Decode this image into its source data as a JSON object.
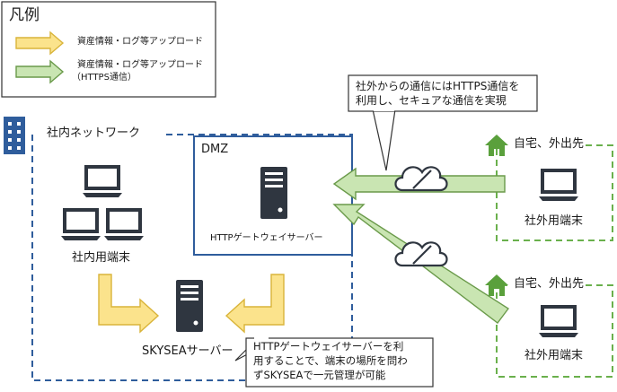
{
  "legend": {
    "title": "凡例",
    "items": [
      {
        "label": "資産情報・ログ等アップロード",
        "color": "#fbe38c"
      },
      {
        "label_line1": "資産情報・ログ等アップロード",
        "label_line2": "（HTTPS通信）",
        "color": "#c9e5b2"
      }
    ]
  },
  "zones": {
    "internal": {
      "label": "社内ネットワーク",
      "border_color": "#2f5d9c"
    },
    "dmz": {
      "label": "DMZ",
      "border_color": "#2f5d9c"
    },
    "remote": {
      "label": "自宅、外出先",
      "border_color": "#6ab04c"
    }
  },
  "nodes": {
    "internal_terminals": "社内用端末",
    "gateway_server": "HTTPゲートウェイサーバー",
    "skysea_server": "SKYSEAサーバー",
    "remote_terminal": "社外用端末"
  },
  "callouts": {
    "https": {
      "line1": "社外からの通信にはHTTPS通信を",
      "line2": "利用し、セキュアな通信を実現"
    },
    "gateway": {
      "line1": "HTTPゲートウェイサーバーを利",
      "line2": "用することで、端末の場所を問わ",
      "line3": "ずSKYSEAで一元管理が可能"
    }
  },
  "colors": {
    "upload_fill": "#fbe38c",
    "upload_stroke": "#d9b43a",
    "https_fill": "#c9e5b2",
    "https_stroke": "#6a9a4a",
    "network_border": "#2f5d9c",
    "remote_border": "#6ab04c",
    "device": "#2f3640",
    "home_icon": "#5aa03c"
  },
  "icons": [
    "building-icon",
    "server-icon",
    "laptop-icon",
    "cloud-icon",
    "home-icon"
  ]
}
